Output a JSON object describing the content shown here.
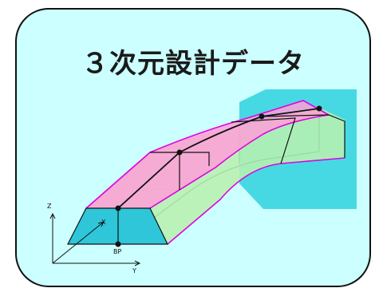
{
  "title": "３次元設計データ",
  "labels": {
    "axis_z": "Z",
    "axis_x": "X",
    "axis_y": "Y",
    "bp": "BP"
  },
  "colors": {
    "card_fill": "#ccffff",
    "road_top": "#ff9fd8",
    "road_side": "#b8f0b0",
    "start_face": "#2ec6d8",
    "sea_band": "#3fd7e2"
  }
}
